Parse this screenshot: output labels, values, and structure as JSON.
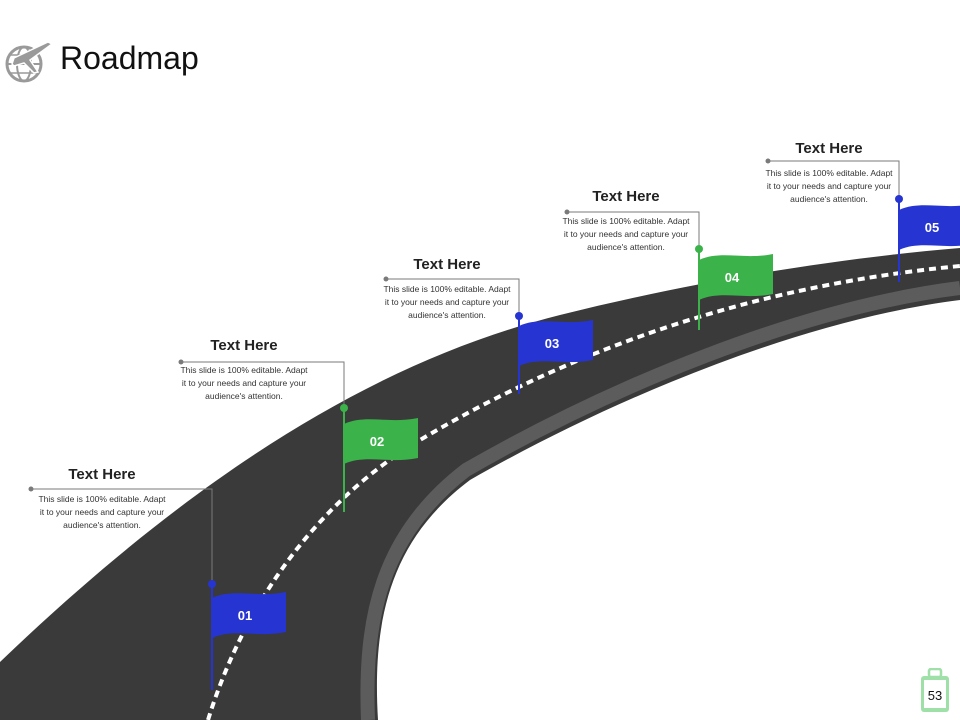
{
  "slide": {
    "title": "Roadmap",
    "page_number": "53"
  },
  "colors": {
    "road": "#3a3a3a",
    "road_edge": "#5c5c5c",
    "dash": "#ffffff",
    "blue": "#2635d1",
    "green": "#3bb24a",
    "title_icon": "#9a9a9a",
    "page_badge": "#9ee0a8"
  },
  "icons": {
    "title": "airplane-globe-icon",
    "page": "luggage-icon"
  },
  "milestones": [
    {
      "number": "01",
      "color": "blue",
      "title": "Text Here",
      "body": "This slide is 100% editable. Adapt it to your needs and capture your audience's attention."
    },
    {
      "number": "02",
      "color": "green",
      "title": "Text Here",
      "body": "This slide is 100% editable. Adapt it to your needs and capture your audience's attention."
    },
    {
      "number": "03",
      "color": "blue",
      "title": "Text Here",
      "body": "This slide is 100% editable. Adapt it to your needs and capture your audience's attention."
    },
    {
      "number": "04",
      "color": "green",
      "title": "Text Here",
      "body": "This slide is 100% editable. Adapt it to your needs and capture your audience's attention."
    },
    {
      "number": "05",
      "color": "blue",
      "title": "Text Here",
      "body": "This slide is 100% editable. Adapt it to your needs and capture your audience's attention."
    }
  ]
}
